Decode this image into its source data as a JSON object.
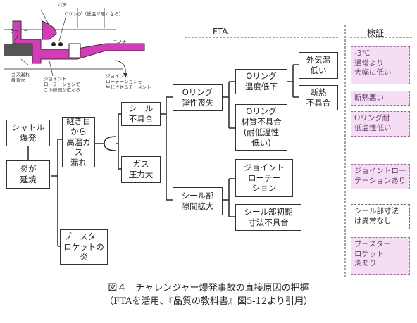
{
  "headers": {
    "fta": "FTA",
    "verification": "検証"
  },
  "illustration": {
    "labels": {
      "putty": "パテ",
      "oring": "Oリング（低温で硬くなる）",
      "liner_left": "ライナー",
      "liner_right": "ライナー",
      "gas_leak": "ガス漏れ\n検査穴",
      "joint_gap": "ジョイント\nローテーションで\nこの隙間が広がる",
      "joint_moment": "ジョイント\nローテーションを\n生じさせるモーメント"
    }
  },
  "nodes": {
    "shuttle": "シャトル\n爆発",
    "flame": "炎が\n延焼",
    "seam": "継ぎ目\nから\n高温ガス\n漏れ",
    "booster": "ブースター\nロケットの\n炎",
    "seal_fault": "シール\n不具合",
    "gas_pressure": "ガス\n圧力大",
    "oring_elastic": "Oリング\n弾性喪失",
    "seal_gap": "シール部\n隙間拡大",
    "oring_temp": "Oリング\n温度低下",
    "oring_material": "Oリング\n材質不具合\n(耐低温性\n低い)",
    "outside_temp": "外気温\n低い",
    "insulation": "断熱\n不具合",
    "joint_rotation": "ジョイント\nローテー\nション",
    "seal_dimension": "シール部初期\n寸法不具合"
  },
  "verification": {
    "v1": "-3℃\n通常より\n大幅に低い",
    "v2": "断熱悪い",
    "v3": "Oリング耐\n低温性低い",
    "v4": "ジョイントロー\nテーションあり",
    "v5": "シール部寸法\nは異常なし",
    "v6": "ブースター\nロケット\n炎あり"
  },
  "caption": {
    "line1": "図４　チャレンジャー爆発事故の直接原因の把握",
    "line2": "（FTAを活用、『品質の教科書』図5-12より引用）"
  }
}
